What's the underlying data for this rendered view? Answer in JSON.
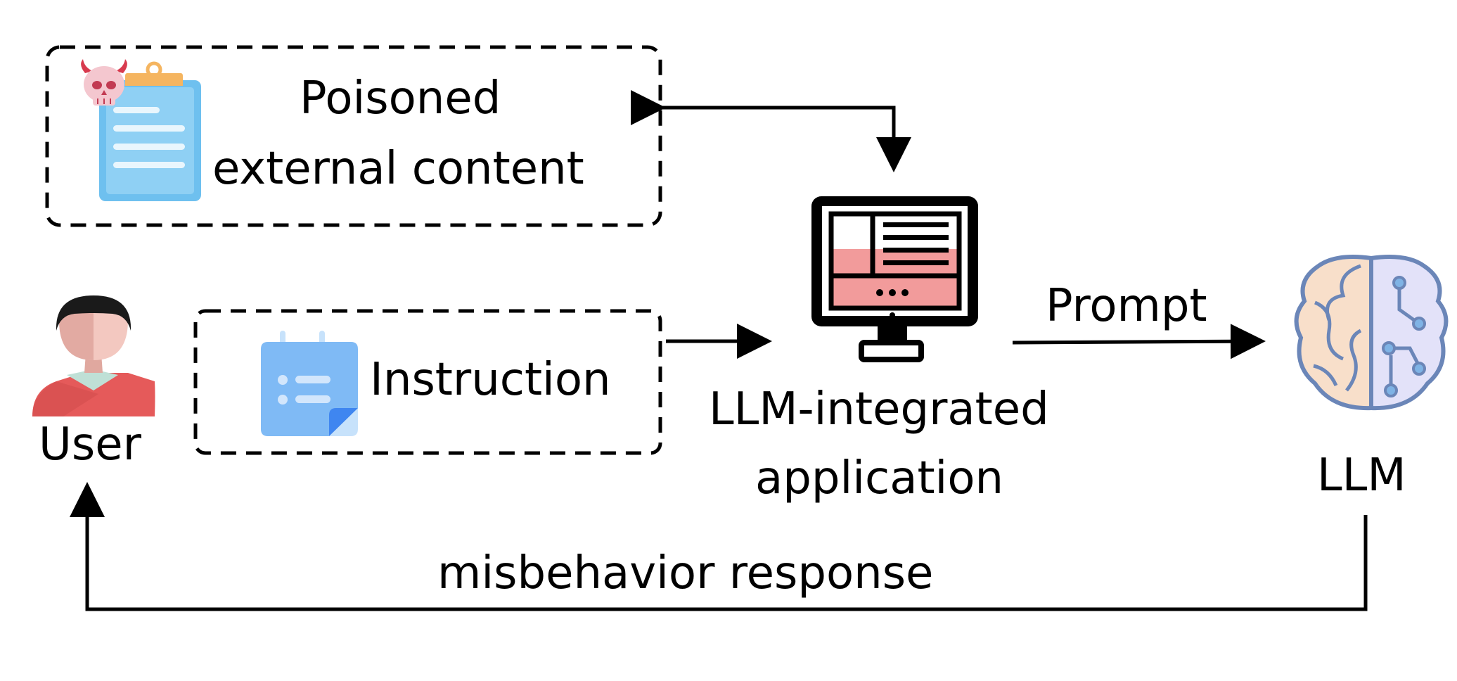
{
  "poisoned_box": {
    "line1": "Poisoned",
    "line2": "external content"
  },
  "instruction_box": {
    "label": "Instruction"
  },
  "user": {
    "label": "User"
  },
  "application": {
    "line1": "LLM-integrated",
    "line2": "application"
  },
  "prompt_arrow": {
    "label": "Prompt"
  },
  "llm": {
    "label": "LLM"
  },
  "response_arrow": {
    "label": "misbehavior response"
  },
  "icons": {
    "poisoned": "clipboard-with-devil-skull-icon",
    "instruction": "checklist-note-icon",
    "user": "user-avatar-icon",
    "application": "desktop-monitor-icon",
    "llm": "brain-circuit-icon"
  },
  "colors": {
    "line": "#000000",
    "clipboard_blue": "#6ec0ef",
    "clipboard_light": "#a6daf7",
    "clip_orange": "#f5b560",
    "skull_pink": "#f4c7cf",
    "devil_red": "#d83a4e",
    "note_blue": "#7fbaf5",
    "note_light": "#c7e2fb",
    "note_dark": "#3f86f0",
    "user_shirt": "#e55a5a",
    "user_collar": "#bfe0d6",
    "user_skin": "#f3c8c0",
    "user_hair": "#1a1a1a",
    "monitor_pink": "#f29b9b",
    "brain_peach": "#f8dfca",
    "brain_lavender": "#e3e2f9",
    "brain_outline": "#6b86b8"
  }
}
